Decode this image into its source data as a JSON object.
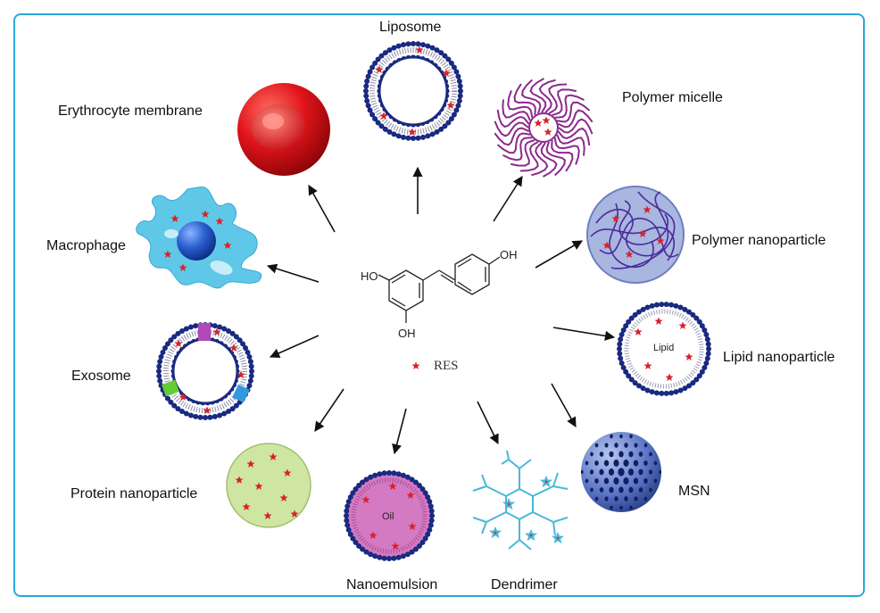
{
  "center": {
    "molecule_labels": {
      "oh_left": "HO",
      "oh_right": "OH",
      "oh_bottom": "OH"
    },
    "legend": {
      "symbol": "star-icon",
      "label": "RES"
    },
    "colors": {
      "star": "#d8222b",
      "arrow": "#111111",
      "frame": "#2aa8d8"
    }
  },
  "carriers": [
    {
      "id": "liposome",
      "label": "Liposome",
      "icon": "liposome-icon"
    },
    {
      "id": "polymer-micelle",
      "label": "Polymer micelle",
      "icon": "micelle-icon"
    },
    {
      "id": "polymer-nanoparticle",
      "label": "Polymer nanoparticle",
      "icon": "polymer-nanoparticle-icon"
    },
    {
      "id": "lipid-nanoparticle",
      "label": "Lipid nanoparticle",
      "icon": "lipid-nanoparticle-icon",
      "inner_text": "Lipid"
    },
    {
      "id": "msn",
      "label": "MSN",
      "icon": "msn-sphere-icon"
    },
    {
      "id": "dendrimer",
      "label": "Dendrimer",
      "icon": "dendrimer-icon"
    },
    {
      "id": "nanoemulsion",
      "label": "Nanoemulsion",
      "icon": "nanoemulsion-icon",
      "inner_text": "Oil"
    },
    {
      "id": "protein-nanoparticle",
      "label": "Protein nanoparticle",
      "icon": "protein-nanoparticle-icon"
    },
    {
      "id": "exosome",
      "label": "Exosome",
      "icon": "exosome-icon"
    },
    {
      "id": "macrophage",
      "label": "Macrophage",
      "icon": "macrophage-icon"
    },
    {
      "id": "erythrocyte-membrane",
      "label": "Erythrocyte membrane",
      "icon": "erythrocyte-icon"
    }
  ]
}
